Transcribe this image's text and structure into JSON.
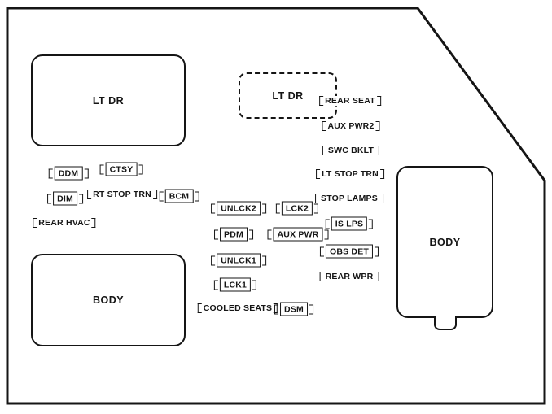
{
  "diagram_type": "vehicle-fuse-box-layout",
  "colors": {
    "line": "#151515",
    "background": "#ffffff"
  },
  "icons": {
    "fuse_terminal": "bracket-clip"
  },
  "blocks": [
    {
      "id": "lt-dr",
      "label": "LT DR",
      "style": "solid"
    },
    {
      "id": "lt-dr-dashed",
      "label": "LT DR",
      "style": "dashed"
    },
    {
      "id": "body-left",
      "label": "BODY",
      "style": "solid"
    },
    {
      "id": "body-right",
      "label": "BODY",
      "style": "solid-with-tab"
    }
  ],
  "fuses": [
    {
      "label": "DDM",
      "boxed": true
    },
    {
      "label": "CTSY",
      "boxed": true
    },
    {
      "label": "DIM",
      "boxed": true
    },
    {
      "label": "RT STOP TRN",
      "boxed": false
    },
    {
      "label": "BCM",
      "boxed": true
    },
    {
      "label": "REAR HVAC",
      "boxed": false
    },
    {
      "label": "UNLCK2",
      "boxed": true
    },
    {
      "label": "LCK2",
      "boxed": true
    },
    {
      "label": "PDM",
      "boxed": true
    },
    {
      "label": "AUX PWR",
      "boxed": true
    },
    {
      "label": "UNLCK1",
      "boxed": true
    },
    {
      "label": "LCK1",
      "boxed": true
    },
    {
      "label": "COOLED SEATS",
      "boxed": false
    },
    {
      "label": "DSM",
      "boxed": true
    },
    {
      "label": "REAR SEAT",
      "boxed": false
    },
    {
      "label": "AUX PWR2",
      "boxed": false
    },
    {
      "label": "SWC BKLT",
      "boxed": false
    },
    {
      "label": "LT STOP TRN",
      "boxed": false
    },
    {
      "label": "STOP LAMPS",
      "boxed": false
    },
    {
      "label": "IS LPS",
      "boxed": true
    },
    {
      "label": "OBS DET",
      "boxed": true
    },
    {
      "label": "REAR WPR",
      "boxed": false
    }
  ]
}
